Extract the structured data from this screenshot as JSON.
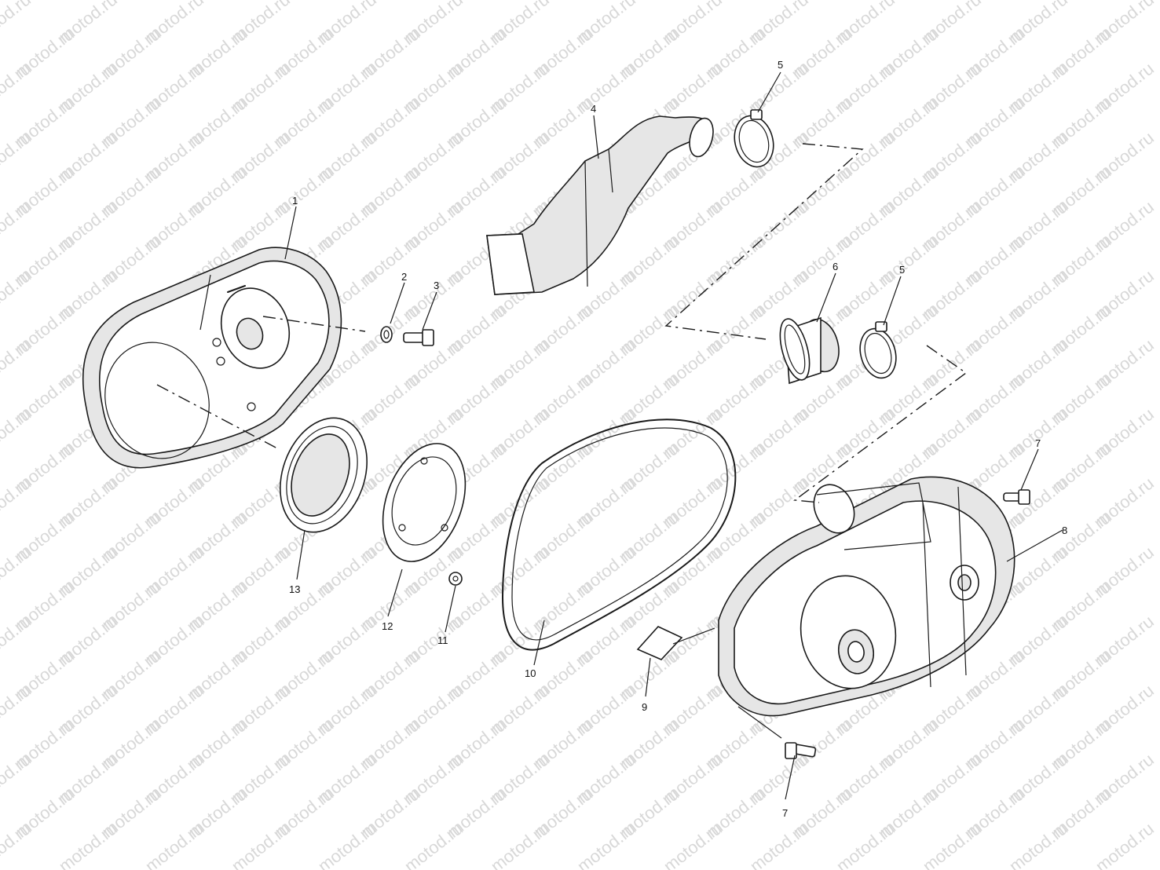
{
  "watermark": {
    "text": "motod.ru"
  },
  "callouts": {
    "c1": "1",
    "c2": "2",
    "c3": "3",
    "c4": "4",
    "c5a": "5",
    "c5b": "5",
    "c6": "6",
    "c7a": "7",
    "c7b": "7",
    "c8": "8",
    "c9": "9",
    "c10": "10",
    "c11": "11",
    "c12": "12",
    "c13": "13"
  }
}
